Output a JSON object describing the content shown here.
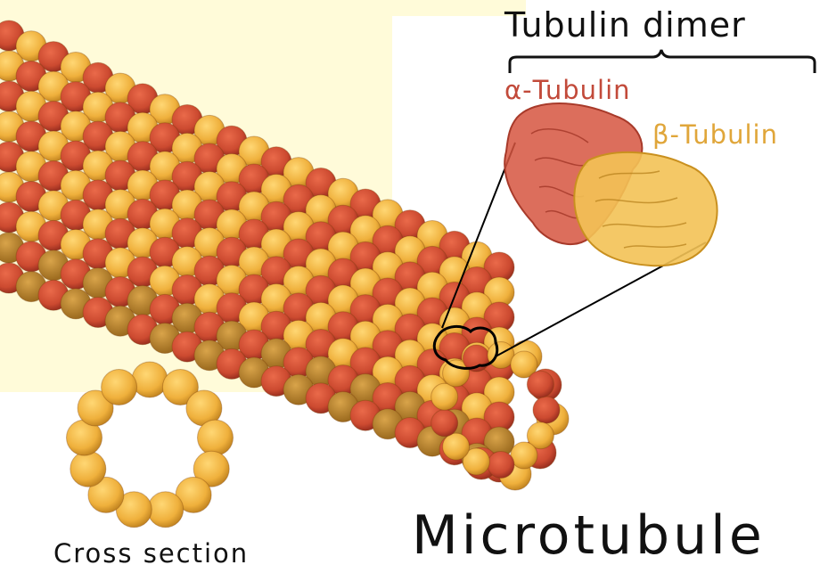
{
  "labels": {
    "tubulin_dimer": "Tubulin dimer",
    "alpha_tubulin": "α-Tubulin",
    "beta_tubulin": "β-Tubulin",
    "microtubule": "Microtubule",
    "cross_section": "Cross section"
  },
  "colors": {
    "background": "#ffffff",
    "highlight_panel": "#fffbd9",
    "alpha_tubulin": "#cc4a30",
    "beta_tubulin": "#f2b53d",
    "alpha_label": "#c24a3a",
    "beta_label": "#e0a63a",
    "text": "#111111"
  },
  "icons": [
    "microtubule-illustration",
    "cross-section-ring",
    "tubulin-dimer-zoom"
  ]
}
